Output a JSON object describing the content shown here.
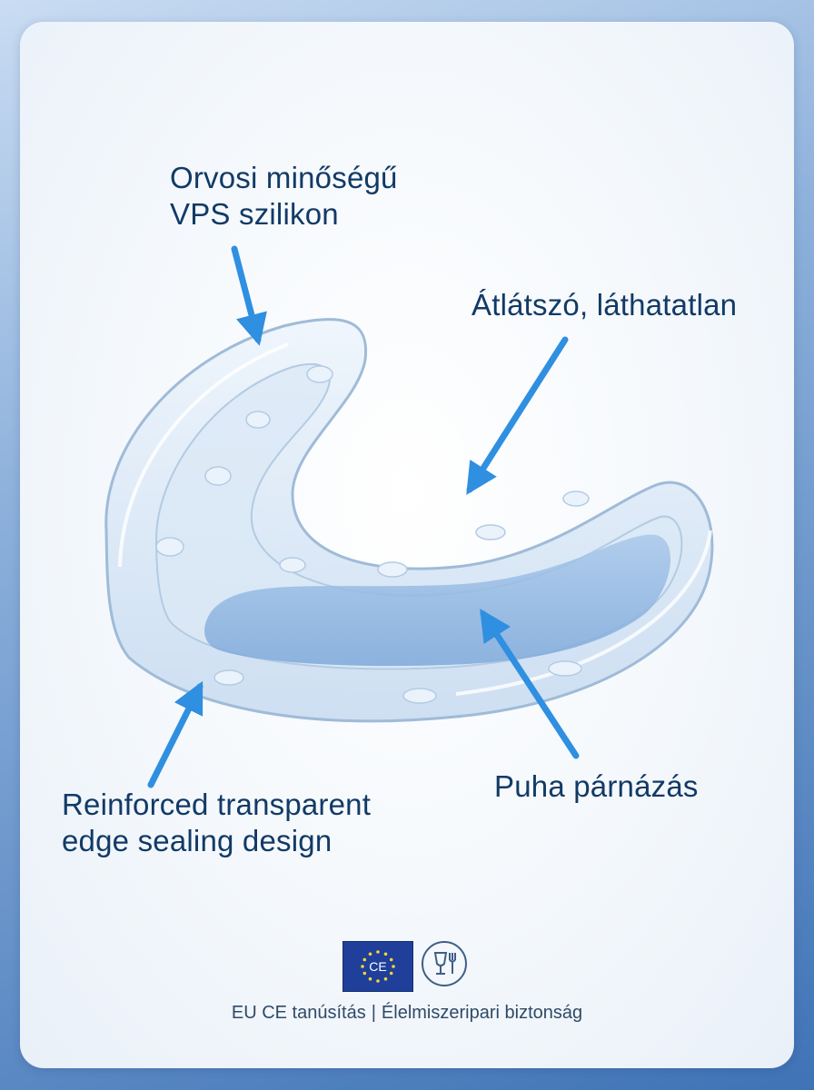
{
  "callouts": {
    "vps": {
      "line1": "Orvosi minőségű",
      "line2": "VPS szilikon"
    },
    "transparent": {
      "line1": "Átlátszó, láthatatlan"
    },
    "edge": {
      "line1": "Reinforced transparent",
      "line2": "edge sealing design"
    },
    "padding": {
      "line1": "Puha párnázás"
    }
  },
  "footer": {
    "certification": "EU CE tanúsítás",
    "separator": "|",
    "food_safety": "Élelmiszeripari biztonság",
    "ce_mark": "CE"
  },
  "icons": [
    "eu-ce-flag-icon",
    "food-safe-glass-fork-icon"
  ],
  "colors": {
    "accent_arrow": "#2f8fe0",
    "text_dark": "#123a66",
    "background_blue": "#3f73b6"
  }
}
